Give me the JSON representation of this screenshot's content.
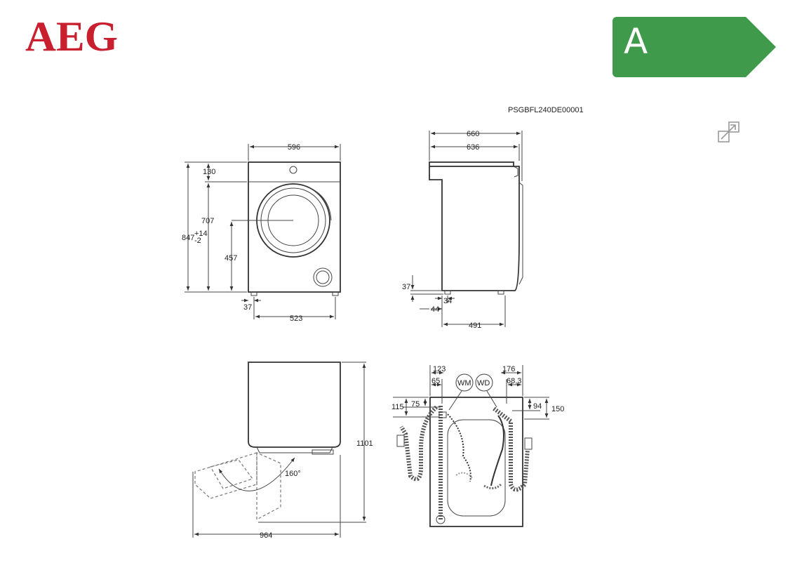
{
  "brand": {
    "logo_text": "AEG",
    "color": "#c8202e"
  },
  "energy": {
    "class": "A",
    "color": "#3f9a4b"
  },
  "reference_code": "PSGBFL240DE00001",
  "icons": {
    "expand": "expand-icon"
  },
  "front_view": {
    "width": "596",
    "top_panel": "130",
    "drum_center_height": "707",
    "total_height": "847",
    "total_height_tol_plus": "+14",
    "total_height_tol_minus": "-2",
    "door_center_height": "457",
    "foot_offset": "37",
    "foot_spacing": "523"
  },
  "side_view": {
    "total_depth": "660",
    "body_depth": "636",
    "foot_height": "37",
    "foot_offset_front": "34",
    "foot_offset_side": "44",
    "foot_spacing": "491"
  },
  "top_view": {
    "depth_door_open": "1101",
    "door_angle": "160°",
    "width_door_open": "964"
  },
  "rear_view": {
    "connection_labels": [
      "WM",
      "WD"
    ],
    "inlet_left_offset": "123",
    "inlet_left_inner": "65",
    "inlet_left_height": "115",
    "inlet_left_inner_height": "75",
    "inlet_right_offset": "176",
    "inlet_right_inner": "68,3",
    "inlet_right_height": "150",
    "inlet_right_inner_height": "94"
  }
}
